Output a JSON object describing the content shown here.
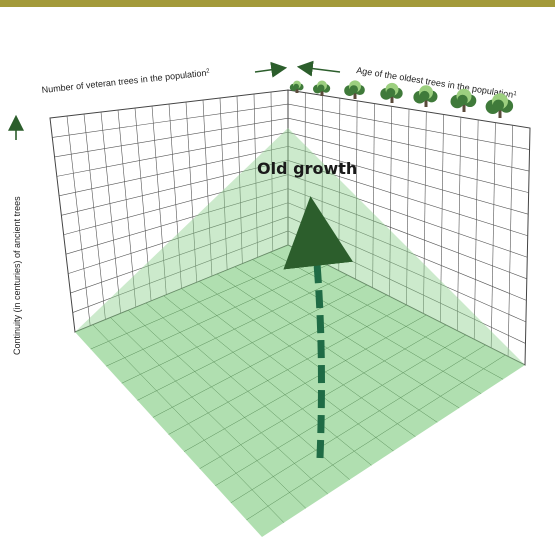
{
  "labels": {
    "x_axis": "Number of veteran trees in the population",
    "x_axis_note": "2",
    "y_axis": "Age of the oldest trees in the population",
    "y_axis_note": "1",
    "z_axis": "Continuity (in centuries) of ancient trees",
    "center_label": "Old growth"
  },
  "colors": {
    "top_rule": "#a39a3a",
    "plane_fill": "#8fd18f",
    "grid_line": "#555555",
    "arrow": "#1f6b45",
    "tree_dark": "#3f7a3a",
    "tree_light": "#9ccf7f"
  },
  "icons": [
    "tree-age-1-icon",
    "tree-age-2-icon",
    "tree-age-3-icon",
    "tree-age-4-icon",
    "tree-age-5-icon",
    "tree-age-6-icon",
    "tree-age-7-icon"
  ]
}
